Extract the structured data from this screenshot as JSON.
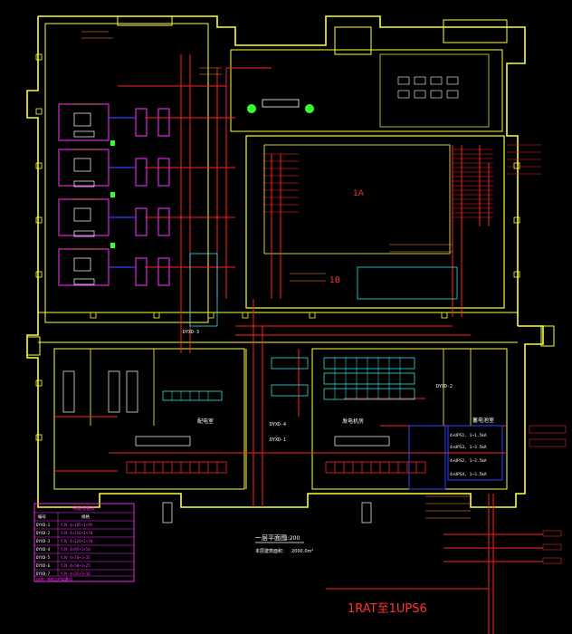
{
  "drawing": {
    "title": "一层平面图",
    "scale": "1:200",
    "area_note": "本层建筑面积：",
    "area_value": "2000.0m²",
    "bottom_label": "1RAT至1UPS6",
    "room_1a": "1A",
    "room_1b": "1B",
    "room_left": "配电室",
    "room_right": "发电机房",
    "room_far_right": "蓄电池室"
  },
  "legend": {
    "header": [
      "电缆规格表",
      "编号",
      "规格"
    ],
    "rows": [
      [
        "DYXD-1",
        "YJV-4×185+1×95"
      ],
      [
        "DYXD-2",
        "YJV-4×150+1×70"
      ],
      [
        "DYXD-3",
        "YJV-4×120+1×70"
      ],
      [
        "DYXD-4",
        "YJV-4×95+1×50"
      ],
      [
        "DYXD-5",
        "YJV-4×70+1×35"
      ],
      [
        "DYXD-6",
        "YJV-4×50+1×25"
      ],
      [
        "DYXD-7",
        "YJV-4×35+1×16"
      ]
    ],
    "footer": "说明：电缆沿桥架敷设"
  },
  "panel_tags": {
    "ups_a": "4×UPS1, 1~1.5kA",
    "ups_b": "4×UPS3, 1~3.5kA",
    "ups_c": "4×UPS2, 1~3.5kA",
    "ups_d": "4×UPS4, 1~3.5kA",
    "dyxd3": "DYXD-3",
    "dyxd1": "DYXD-1",
    "dyxd2": "DYXD-2",
    "dyxd4": "DYXD-4"
  },
  "colors": {
    "wall": "#ffff33",
    "cable": "#ff2222",
    "magenta": "#ff33ff",
    "cyan": "#33ffff",
    "white": "#ffffff",
    "green": "#33ff33",
    "blue": "#3344ff",
    "orange": "#ff9933"
  }
}
